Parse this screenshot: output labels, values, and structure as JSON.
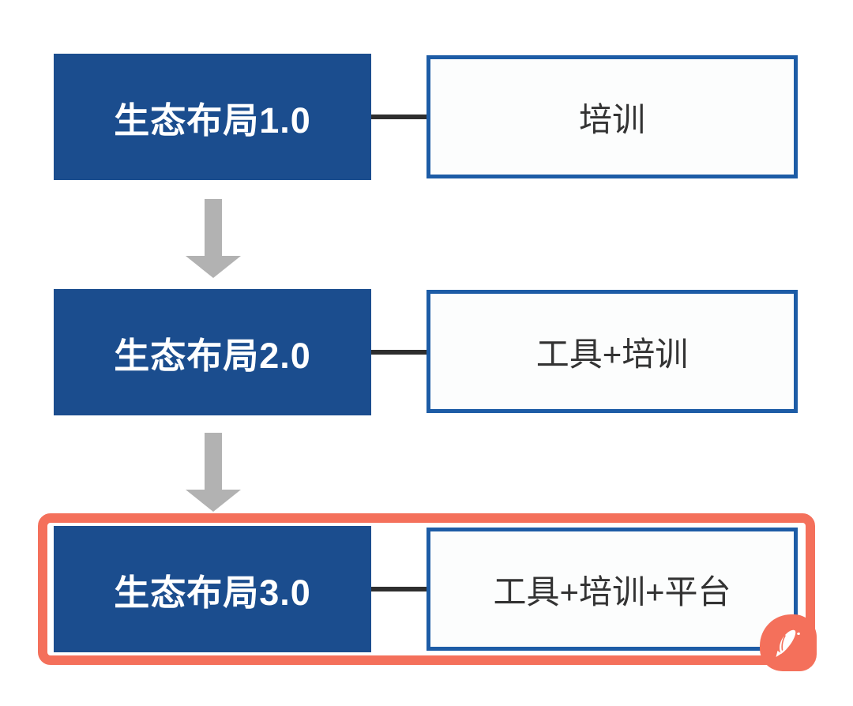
{
  "diagram": {
    "title": "ecosystem-layout-flow",
    "rows": [
      {
        "stage": "生态布局1.0",
        "content": "培训",
        "highlighted": false
      },
      {
        "stage": "生态布局2.0",
        "content": "工具+培训",
        "highlighted": false
      },
      {
        "stage": "生态布局3.0",
        "content": "工具+培训+平台",
        "highlighted": true
      }
    ],
    "arrows": [
      {
        "direction": "down"
      },
      {
        "direction": "down"
      }
    ],
    "logo_icon": "fish-feather-icon"
  },
  "colors": {
    "stage_box_fill": "#1B4D8E",
    "stage_box_text": "#ffffff",
    "content_box_border": "#1D5CA6",
    "content_box_fill": "#fcfdfd",
    "content_box_text": "#333333",
    "connector_line": "#2e2e2e",
    "arrow_gray": "#b2b2b2",
    "highlight_orange": "#F4705B",
    "logo_badge_orange": "#F4705B",
    "background": "#ffffff"
  }
}
